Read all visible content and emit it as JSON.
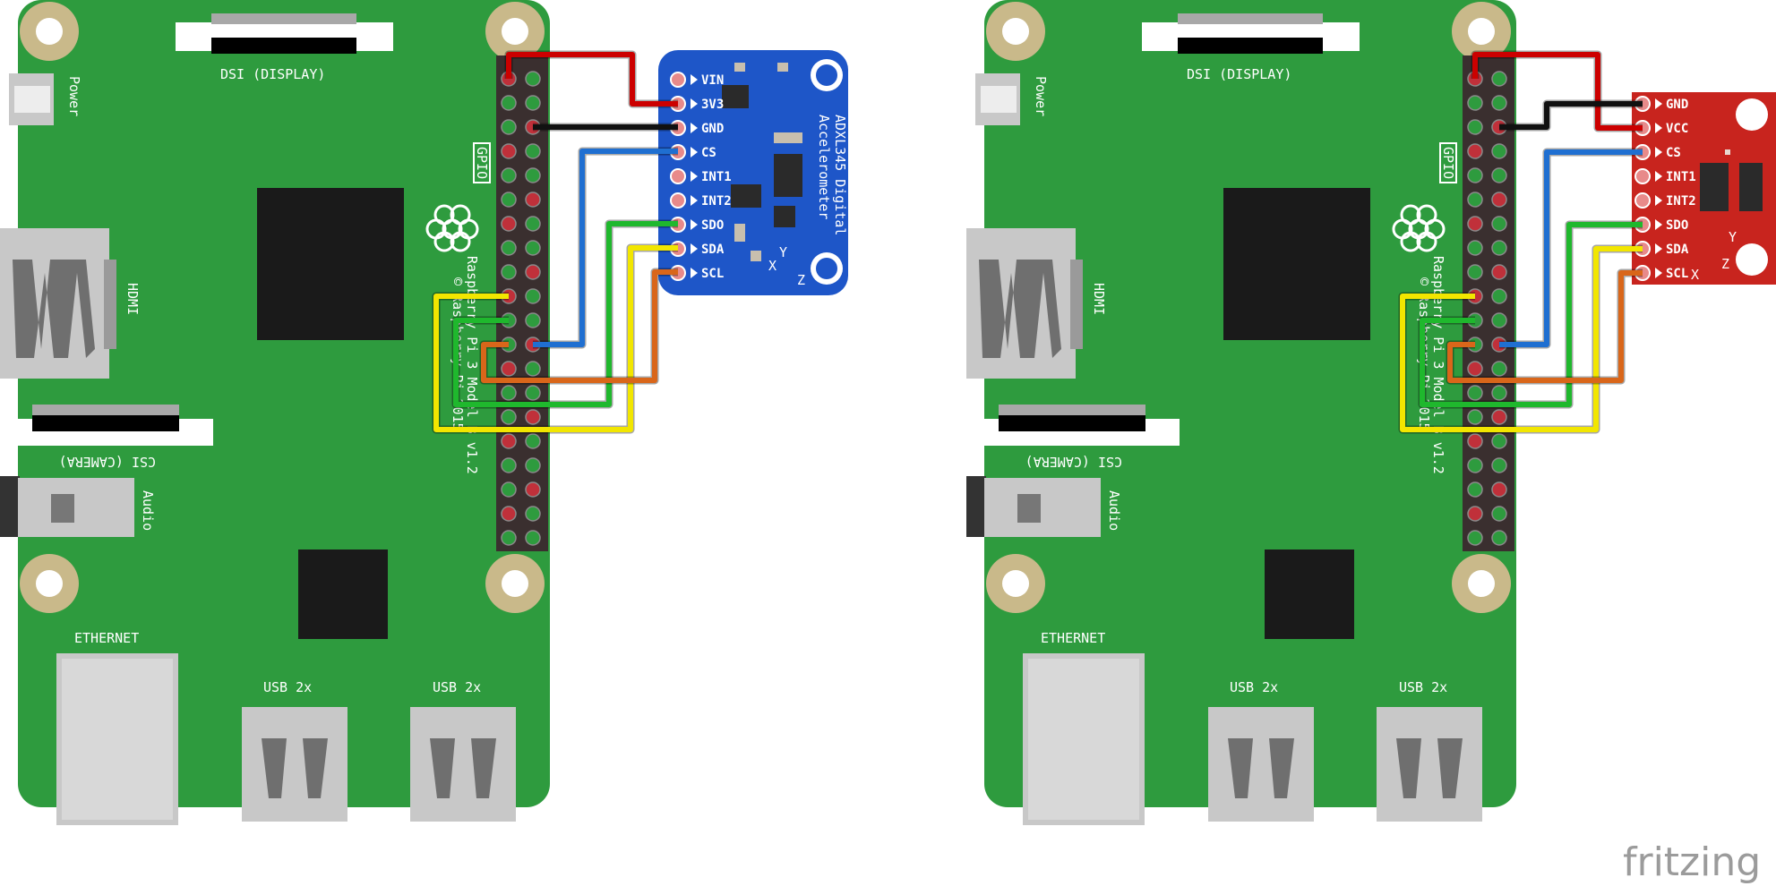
{
  "boards": [
    {
      "labels": {
        "dsi": "DSI (DISPLAY)",
        "power": "Power",
        "hdmi": "HDMI",
        "csi": "CSI (CAMERA)",
        "audio": "Audio",
        "ethernet": "ETHERNET",
        "usb1": "USB 2x",
        "usb2": "USB 2x",
        "gpio": "GPIO",
        "model": "Raspberry Pi 3 Model B v1.2",
        "copyright": "© Raspberry Pi 2015"
      }
    },
    {
      "labels": {
        "dsi": "DSI (DISPLAY)",
        "power": "Power",
        "hdmi": "HDMI",
        "csi": "CSI (CAMERA)",
        "audio": "Audio",
        "ethernet": "ETHERNET",
        "usb1": "USB 2x",
        "usb2": "USB 2x",
        "gpio": "GPIO",
        "model": "Raspberry Pi 3 Model B v1.2",
        "copyright": "© Raspberry Pi 2015"
      }
    }
  ],
  "sensors": [
    {
      "title_line1": "ADXL345 Digital",
      "title_line2": "Accelerometer",
      "pins": [
        "VIN",
        "3V3",
        "GND",
        "CS",
        "INT1",
        "INT2",
        "SDO",
        "SDA",
        "SCL"
      ],
      "color": "#1e56c8",
      "axes": [
        "Y",
        "X",
        "Z"
      ]
    },
    {
      "pins": [
        "GND",
        "VCC",
        "CS",
        "INT1",
        "INT2",
        "SDO",
        "SDA",
        "SCL"
      ],
      "color": "#c8241e",
      "axes": [
        "Y",
        "X",
        "Z"
      ]
    }
  ],
  "wire_colors": {
    "power": "#cc0000",
    "ground": "#111111",
    "cs": "#1f6fd1",
    "sdo": "#1fb82d",
    "sda": "#f2e600",
    "scl": "#d9661a"
  },
  "watermark": "fritzing"
}
